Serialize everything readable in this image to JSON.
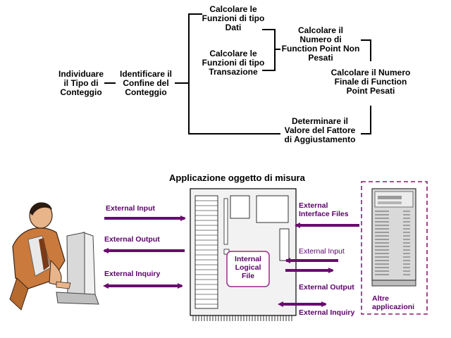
{
  "flow": {
    "step_individuare": "Individuare il Tipo di Conteggio",
    "step_identificare": "Identificare il Confine del Conteggio",
    "step_funzioni_dati": "Calcolare le Funzioni di tipo Dati",
    "step_funzioni_transazione": "Calcolare le Funzioni di tipo Transazione",
    "step_non_pesati": "Calcolare il Numero di Function Point Non Pesati",
    "step_fattore": "Determinare il Valore del Fattore di Aggiustamento",
    "step_finale": "Calcolare il Numero Finale di Function Point Pesati"
  },
  "app": {
    "title": "Applicazione oggetto di misura",
    "ilf_label": "Internal Logical File",
    "external_input_left": "External Input",
    "external_output_left": "External Output",
    "external_inquiry_left": "External Inquiry",
    "external_interface_files": "External Interface Files",
    "external_input_right": "External Input",
    "external_output_right": "External Output",
    "external_inquiry_right": "External Inquiry",
    "altre_applicazioni": "Altre applicazioni"
  },
  "colors": {
    "arrow": "#6a0a6f",
    "ilf_border": "#9b2a8c",
    "dashed_box": "#8a1a6e",
    "chip_fill": "#f2f2f2"
  },
  "icons": {
    "user": "person-at-computer-icon",
    "server": "server-tower-icon"
  }
}
